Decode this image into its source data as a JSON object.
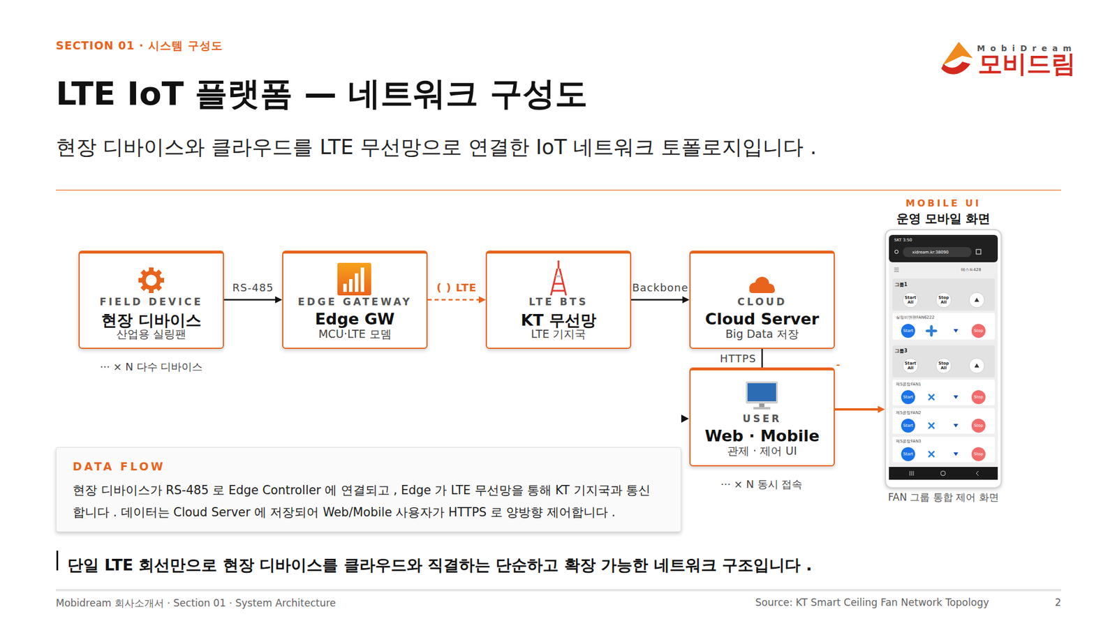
{
  "diagram": {
    "title": "LTE IoT 플랫폼 — 네트워크 구성도",
    "caption": "현장 디바이스와 클라우드를 LTE 무선망으로 연결한 IoT 네트워크 토폴로지입니다 .",
    "nodes": [
      {
        "text": [
          "FIELD DEVICE",
          "현장 디바이스",
          "산업용 실링팬"
        ]
      },
      {
        "text": [
          "EDGE GATEWAY",
          "Edge GW",
          "MCU·LTE 모뎀"
        ]
      },
      {
        "text": [
          "LTE BTS",
          "KT 무선망",
          "LTE 기지국"
        ]
      },
      {
        "text": [
          "CLOUD",
          "Cloud Server",
          "Big Data 저장"
        ]
      },
      {
        "text": [
          "USER",
          "Web · Mobile",
          "관제 · 제어 UI"
        ]
      },
      {
        "text": [
          "DATA FLOW",
          "현장 디바이스가 RS-485 로 Edge Controller 에 연결되고 , Edge 가 LTE 무선망을 통해 KT 기지국과 통신합니다 . 데이터는 Cloud Server 에 저장되어 Web/Mobile 사용자가 HTTPS 로 양방향 제어합니다 ."
        ]
      },
      {
        "text": [
          "MOBILE UI",
          "운영 모바일 화면",
          "FAN 그룹 통합 제어 화면"
        ]
      }
    ],
    "edges": [
      {
        "from": 0,
        "to": 1,
        "label": "RS-485",
        "arrow": "to"
      },
      {
        "from": 1,
        "to": 2,
        "label": "( ) LTE",
        "arrow": "to"
      },
      {
        "from": 2,
        "to": 3,
        "label": "Backbone",
        "arrow": "to"
      },
      {
        "from": 3,
        "to": 4,
        "label": "HTTPS",
        "arrow": "none"
      },
      {
        "from": 4,
        "to": 6,
        "arrow": "to"
      }
    ],
    "labels": [
      "SECTION 01 · 시스템 구성도",
      "MobiDream",
      "모비드림",
      "··· × N 다수 디바이스",
      "··· × N 동시 접속",
      "단일 LTE 회선만으로 현장 디바이스를 클라우드와 직결하는 단순하고 확장 가능한 네트워크 구조입니다 .",
      "Mobidream 회사소개서 · Section 01 · System Architecture",
      "Source: KT Smart Ceiling Fan Network Topology",
      "2",
      "SKT 3:50",
      "xidream.kr:38090",
      "테스트428",
      "그룹1",
      "Start All",
      "Stop All",
      "실링비앤팬FAN6222",
      "Start",
      "Stop",
      "그룹3",
      "Start All",
      "Stop All",
      "제5공장FAN1",
      "Start",
      "Stop",
      "제5공장FAN2",
      "Start",
      "Stop",
      "제5공장FAN3",
      "Start",
      "Stop"
    ]
  }
}
